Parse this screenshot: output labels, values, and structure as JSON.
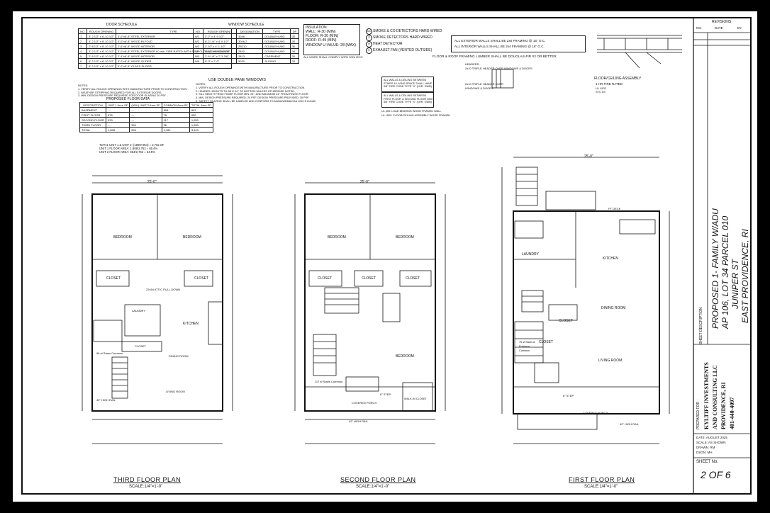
{
  "door_schedule": {
    "title": "DOOR SCHEDULE",
    "headers": [
      "NO.",
      "ROUGH OPENING",
      "TYPE"
    ],
    "rows": [
      [
        "1",
        "3'-2 1/2\" x 6'-10 1/2\"",
        "3'-0\"x6'-8\" STEEL EXTERIOR"
      ],
      [
        "2",
        "4'-2 1/2\" x 6'-10 1/2\"",
        "4'-0\"x6'-8\" WOOD BI-FOLD"
      ],
      [
        "3",
        "2'-8 1/2\" x 6'-10 1/2\"",
        "2'-6\"x6'-8\" WOOD INTERIOR"
      ],
      [
        "4",
        "3'-2 1/2\" x 6'-10 1/2\"",
        "3'-0\"x6'-8\" STEEL EXTERIOR 60 min. FIRE RATED WITH SELF CLOSING HARDWARE"
      ],
      [
        "5",
        "2'-6 1/2\" x 6'-10 1/2\"",
        "2'-4\"x6'-8\" WOOD INTERIOR"
      ],
      [
        "6",
        "5'-2 1/2\" x 6'-10 1/2\"",
        "5'-0\"x6'-8\" WOOD SLIDER"
      ],
      [
        "7",
        "5'-2 1/2\" x 6'-10 1/2\"",
        "5'-0\"x6'-8\" GLASS SLIDER"
      ]
    ],
    "notes_title": "NOTES:",
    "notes": [
      "1. VERIFY ALL ROUGH OPENINGS WITH MANUFACTURE PRIOR TO CONSTRUCTION.",
      "2. WEATHER STRIPPING REQUIRED FOR ALL EXTERIOR DOORS",
      "3. MIN. DESIGN PRESSURE REQUIRED FOR DOOR GLAZING 20 PSF"
    ]
  },
  "floor_data": {
    "title": "PROPOSED FLOOR DATA",
    "headers": [
      "DESCRIPTION",
      "UNIT 1 Area SF",
      "(ADU) UNIT 2 Area SF",
      "COMMON Area SF",
      "TOTAL Area SF"
    ],
    "rows": [
      [
        "BASEMENT",
        "---",
        "---",
        "893",
        "893"
      ],
      [
        "FIRST FLOOR",
        "875",
        "---",
        "75",
        "950"
      ],
      [
        "SECOND FLOOR",
        "933",
        "---",
        "117",
        "1,050"
      ],
      [
        "THIRD FLOOR",
        "---",
        "954",
        "96",
        "1,050"
      ],
      [
        "TOTAL",
        "1,808",
        "954",
        "1,181",
        "3,943"
      ]
    ],
    "summary": [
      "TOTAL UNIT 1 & UNIT 2: (1808+954) = 2,762 SF",
      "UNIT 1 FLOOR AREA: 1,808/2,762 = 65.4%",
      "UNIT 2 FLOOR AREA: 954/2,762 = 34.5%"
    ]
  },
  "window_schedule": {
    "title": "WINDOW SCHEDULE",
    "headers": [
      "NO.",
      "ROUGH OPENING",
      "DESIGNATION",
      "TYPE",
      "DP"
    ],
    "rows": [
      [
        "W1",
        "3'-2\" x 4'-9 1/2\"",
        "3046",
        "DOUBLEHUNG",
        "30"
      ],
      [
        "W2",
        "6'-2 1/4\" x 4'-9 1/2\"",
        "3046-2",
        "DOUBLEHUNG",
        "30"
      ],
      [
        "W3",
        "2'-10\" x 4'-1 1/2\"",
        "2B210",
        "DOUBLEHUNG",
        "30"
      ],
      [
        "W4",
        "2'-10 1/4\" x 3'-5 1/2\"",
        "2832",
        "DOUBLEHUNG",
        "30"
      ],
      [
        "W5",
        "2'-8 1/4\" x 7'-3 3/8\"",
        "2813",
        "CASEMENT",
        "30"
      ],
      [
        "W6",
        "5'-0\" x 2'-0\"",
        "5020",
        "SLIDING",
        "30"
      ]
    ],
    "subtitle": "USE DOUBLE PANE WINDOWS",
    "notes_title": "NOTES:",
    "notes": [
      "1. VERIFY ALL ROUGH OPENINGS WITH MANUFACTURE PRIOR TO CONSTRUCTION.",
      "2. HEADER HEIGHTS TO BE 6'-10\" TO BOTTOM UNLESS OTHERWISE NOTED.",
      "3. SILL HEIGHT FROM FINISH FLOOR MIN. 24\", AND MAXIMUM 44\" FROM FINISH FLOOR",
      "4. MIN. DESIGN PRESSURE REQUIRED: 20 PSF, DESIGN PRESSURE PROVIDED: 30 PSF",
      "5. SAFETY GLAZING SHALL BE LABELED AND CONFORM TO AAMA/WDMA/CSA 101/I.S.2/A440"
    ]
  },
  "insulation": {
    "title": "INSULATION :",
    "lines": [
      "WALL: R-30 (MIN)",
      "FLOOR: R-30 (MIN)",
      "ROOF: R-49 (MIN)",
      "WINDOW U-VALUE: 28 (MAX)"
    ],
    "code_note": "ALL WORK SHALL COMPLY WITH 2024 IECC"
  },
  "legend": [
    {
      "symbol": "S/C",
      "text": "SMOKE & CO DETECTORS HARD WIRED"
    },
    {
      "symbol": "S",
      "text": "SMOKE DETECTORS HARD WIRED"
    },
    {
      "symbol": "H",
      "text": "HEAT DETECTOR"
    },
    {
      "symbol": "E",
      "text": "EXHAUST FAN (VENTED OUTSIDE)"
    }
  ],
  "wall_notes": [
    "ALL WALLS & CEILING BETWEEN STAIRS & LIVING SPACE SHALL HAVE 5/8\" FIRE CODE TYPE \"X\" (1HR. GWB).",
    "ALL WALLS & CEILING BETWEEN FIRST FLOOR & SECOND FLOOR UNIT 5/8\" FIRE CODE TYPE \"X\" (1HR. GWB).",
    "UL 305: LOAD BEARING WOOD FRAMED WALL",
    "UL L502: FLOOR/CEILING ASSEMBLY WOOD FRAMED"
  ],
  "framing": {
    "lines": [
      "ALL EXTERIOR WALLS SHALL BE 2x6 FRAMING @ 16\" O.C.",
      "ALL INTERIOR WALLS SHALL BE 2x4 FRAMING @ 16\" O.C."
    ],
    "lumber": "FLOOR & ROOF FRAMING LUMBER SHALL BE DOUGLAS-FIR #2 OR BETTER",
    "headers_title": "HEADERS:",
    "header1": "2x10 TRIPLE HEADER OVER WINDOWS & DOORS",
    "header2": "2x10 TRIPLE HEADER OVER WINDOWS & DOORS"
  },
  "assembly": {
    "title": "FLOOR/CEILING ASSEMBLY",
    "lines": [
      "1 HR FIRE RATED",
      "UL L502",
      "STC 53"
    ]
  },
  "plans": [
    {
      "title": "THIRD FLOOR PLAN",
      "scale": "SCALE:1/4\"=1'-0\"",
      "width": "25'-0\"",
      "rooms": [
        "BEDROOM",
        "BEDROOM",
        "CLOSET",
        "CLOSET",
        "KITCHEN",
        "LAUNDRY",
        "CLOSET",
        "DINING ROOM",
        "LIVING ROOM"
      ],
      "notes": [
        "96 sf Stairs Common",
        "22x54 ATTIC PULL-DOWN",
        "42\" HIGH RAIL"
      ]
    },
    {
      "title": "SECOND FLOOR PLAN",
      "scale": "SCALE:1/4\"=1'-0\"",
      "width": "25'-0\"",
      "rooms": [
        "BEDROOM",
        "BEDROOM",
        "CLOSET",
        "CLOSET",
        "CLOSET",
        "BEDROOM",
        "COVERED PORCH",
        "WALK-IN CLOSET"
      ],
      "notes": [
        "117 sf Stairs Common",
        "42\" HIGH RAIL",
        "6\" STEP"
      ]
    },
    {
      "title": "FIRST FLOOR PLAN",
      "scale": "SCALE:1/4\"=1'-0\"",
      "width": "25'-0\"",
      "rooms": [
        "LAUNDRY",
        "KITCHEN",
        "DINING ROOM",
        "CLOSET",
        "CLOSET",
        "LIVING ROOM",
        "COVERED PORCH"
      ],
      "notes": [
        "75 sf Stairs & Entrance Common",
        "PT DECK",
        "42\" HIGH RAIL",
        "6\" STEP"
      ]
    }
  ],
  "title_block": {
    "revisions_title": "REVISIONS",
    "revision_headers": [
      "NO.",
      "DATE",
      "BY"
    ],
    "sheet_desc_label": "SHEET DESCRIPTION",
    "project_lines": [
      "PROPOSED 1- FAMILY W/ADU",
      "AP 106, LOT 34 PARCEL 010",
      "JUNIPER ST",
      "EAST PROVIDENCE, RI"
    ],
    "prepared_for_label": "PREPARED FOR :",
    "company_lines": [
      "KYLTIFF INVESTMENTS",
      "AND CONSULTING LLC",
      "PROVIDENCE, RI",
      "401-440-4097"
    ],
    "date": "DATE: AUGUST 2025",
    "scale": "SCALE: AS SHOWN",
    "drawn": "DRAWN: RM",
    "design": "DSGN: MH",
    "sheet_no_label": "SHEET No.",
    "sheet_no": "2 OF 6"
  }
}
